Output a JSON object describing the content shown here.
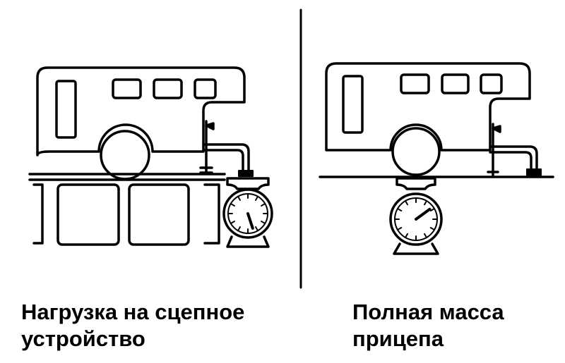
{
  "panels": [
    {
      "id": "tongue-weight",
      "caption_lines": [
        "Нагрузка на сцепное",
        "устройство"
      ],
      "scale_reading_fraction": 0.45
    },
    {
      "id": "gross-trailer-mass",
      "caption_lines": [
        "Полная масса",
        "прицепа"
      ],
      "scale_reading_fraction": 0.15
    }
  ],
  "colors": {
    "ink": "#000000",
    "paper": "#ffffff"
  },
  "icons": [
    "trailer-icon",
    "weighing-scale-icon",
    "hitch-jack-icon",
    "wheel-icon"
  ]
}
